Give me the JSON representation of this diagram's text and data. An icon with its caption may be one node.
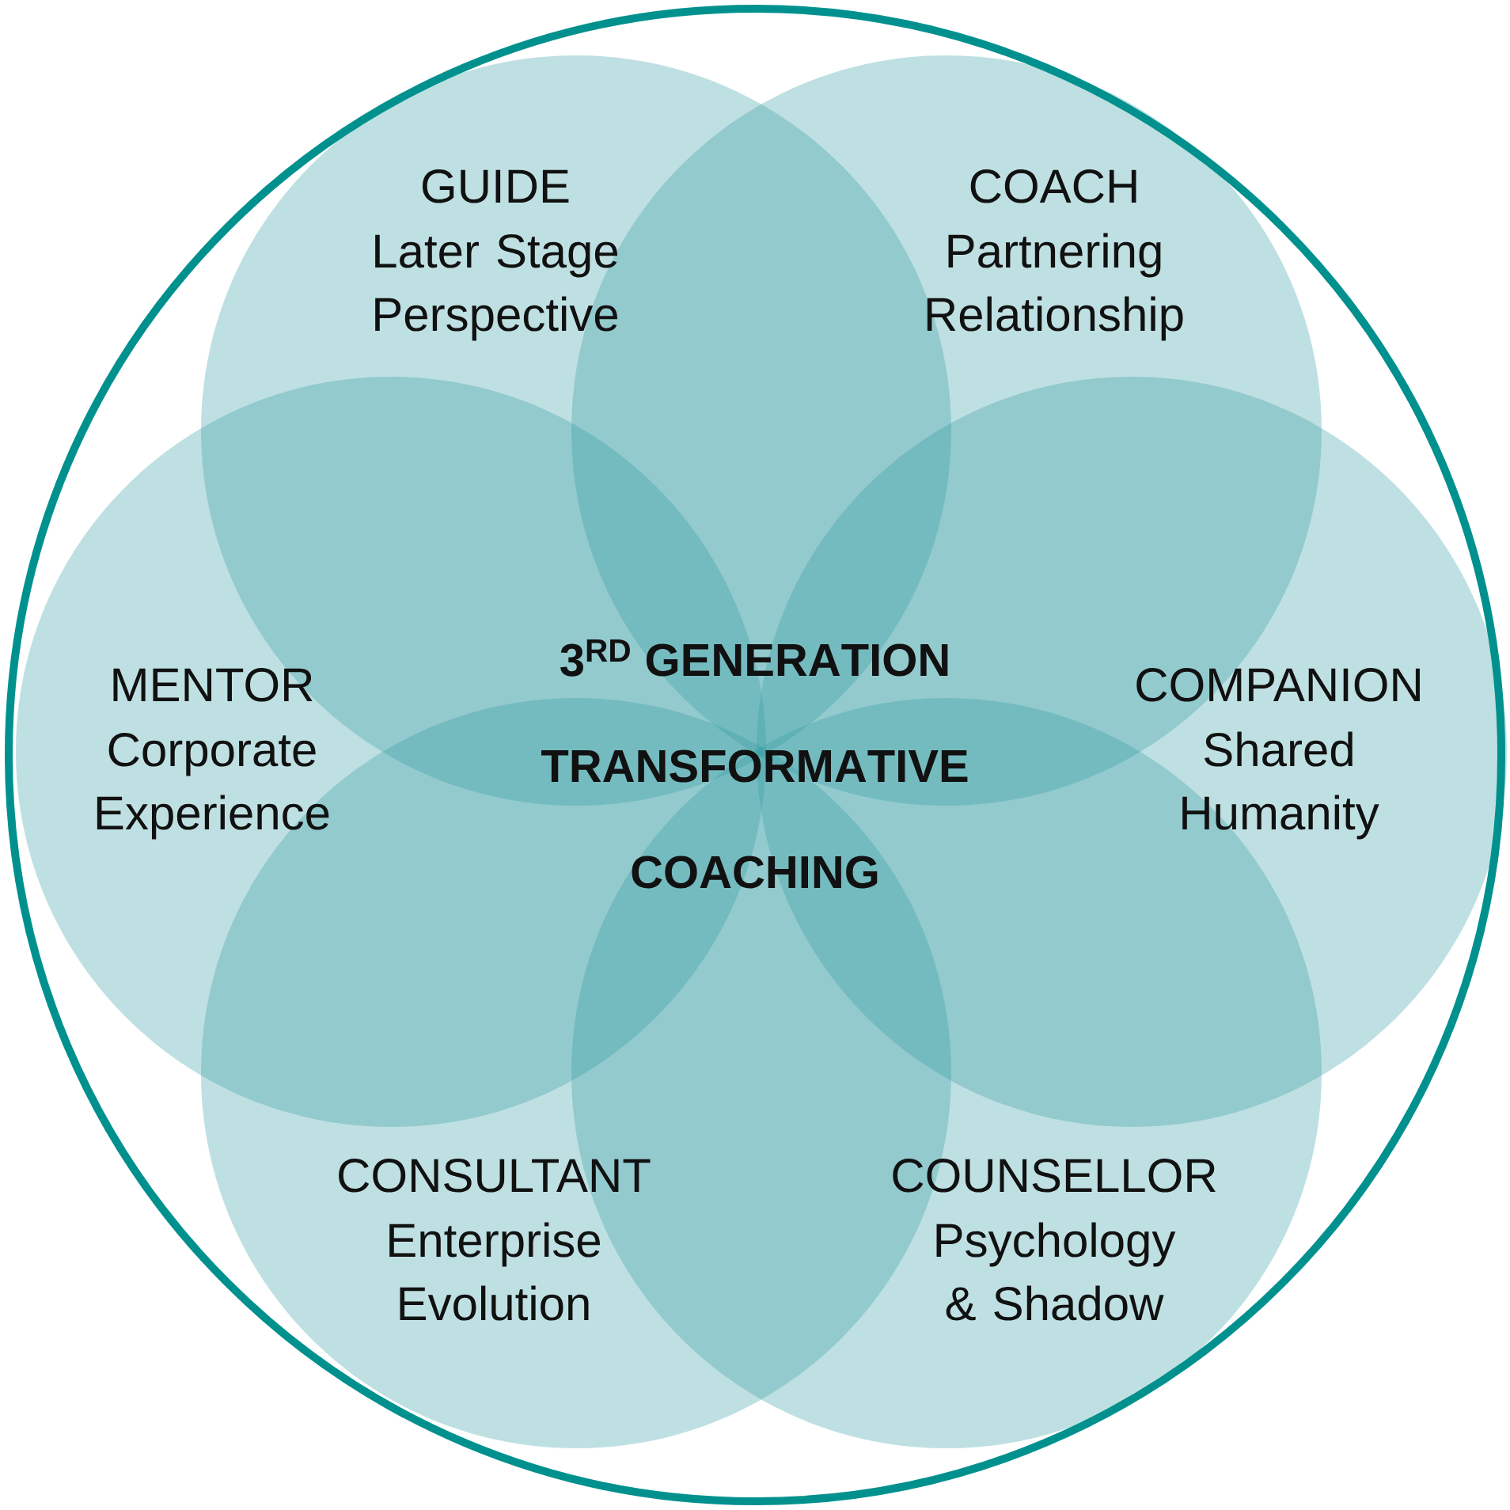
{
  "diagram": {
    "nodes": [
      {
        "text": [],
        "shape": "circle"
      },
      {
        "text": [
          "GUIDE",
          "Later Stage Perspective"
        ],
        "in": 0
      },
      {
        "text": [
          "COACH",
          "Partnering Relationship"
        ],
        "in": 0
      },
      {
        "text": [
          "MENTOR",
          "Corporate Experience"
        ],
        "in": 0
      },
      {
        "text": [
          "COMPANION",
          "Shared Humanity"
        ],
        "in": 0
      },
      {
        "text": [
          "CONSULTANT",
          "Enterprise Evolution"
        ],
        "in": 0
      },
      {
        "text": [
          "COUNSELLOR",
          "Psychology & Shadow"
        ],
        "in": 0
      }
    ],
    "labels": [
      "\\mathrm{3}^{\\mathrm{RD}}\\ \\mathrm{GENERATION}\\ \\mathrm{TRANSFORMATIVE}\\ \\mathrm{COACHING}"
    ]
  }
}
